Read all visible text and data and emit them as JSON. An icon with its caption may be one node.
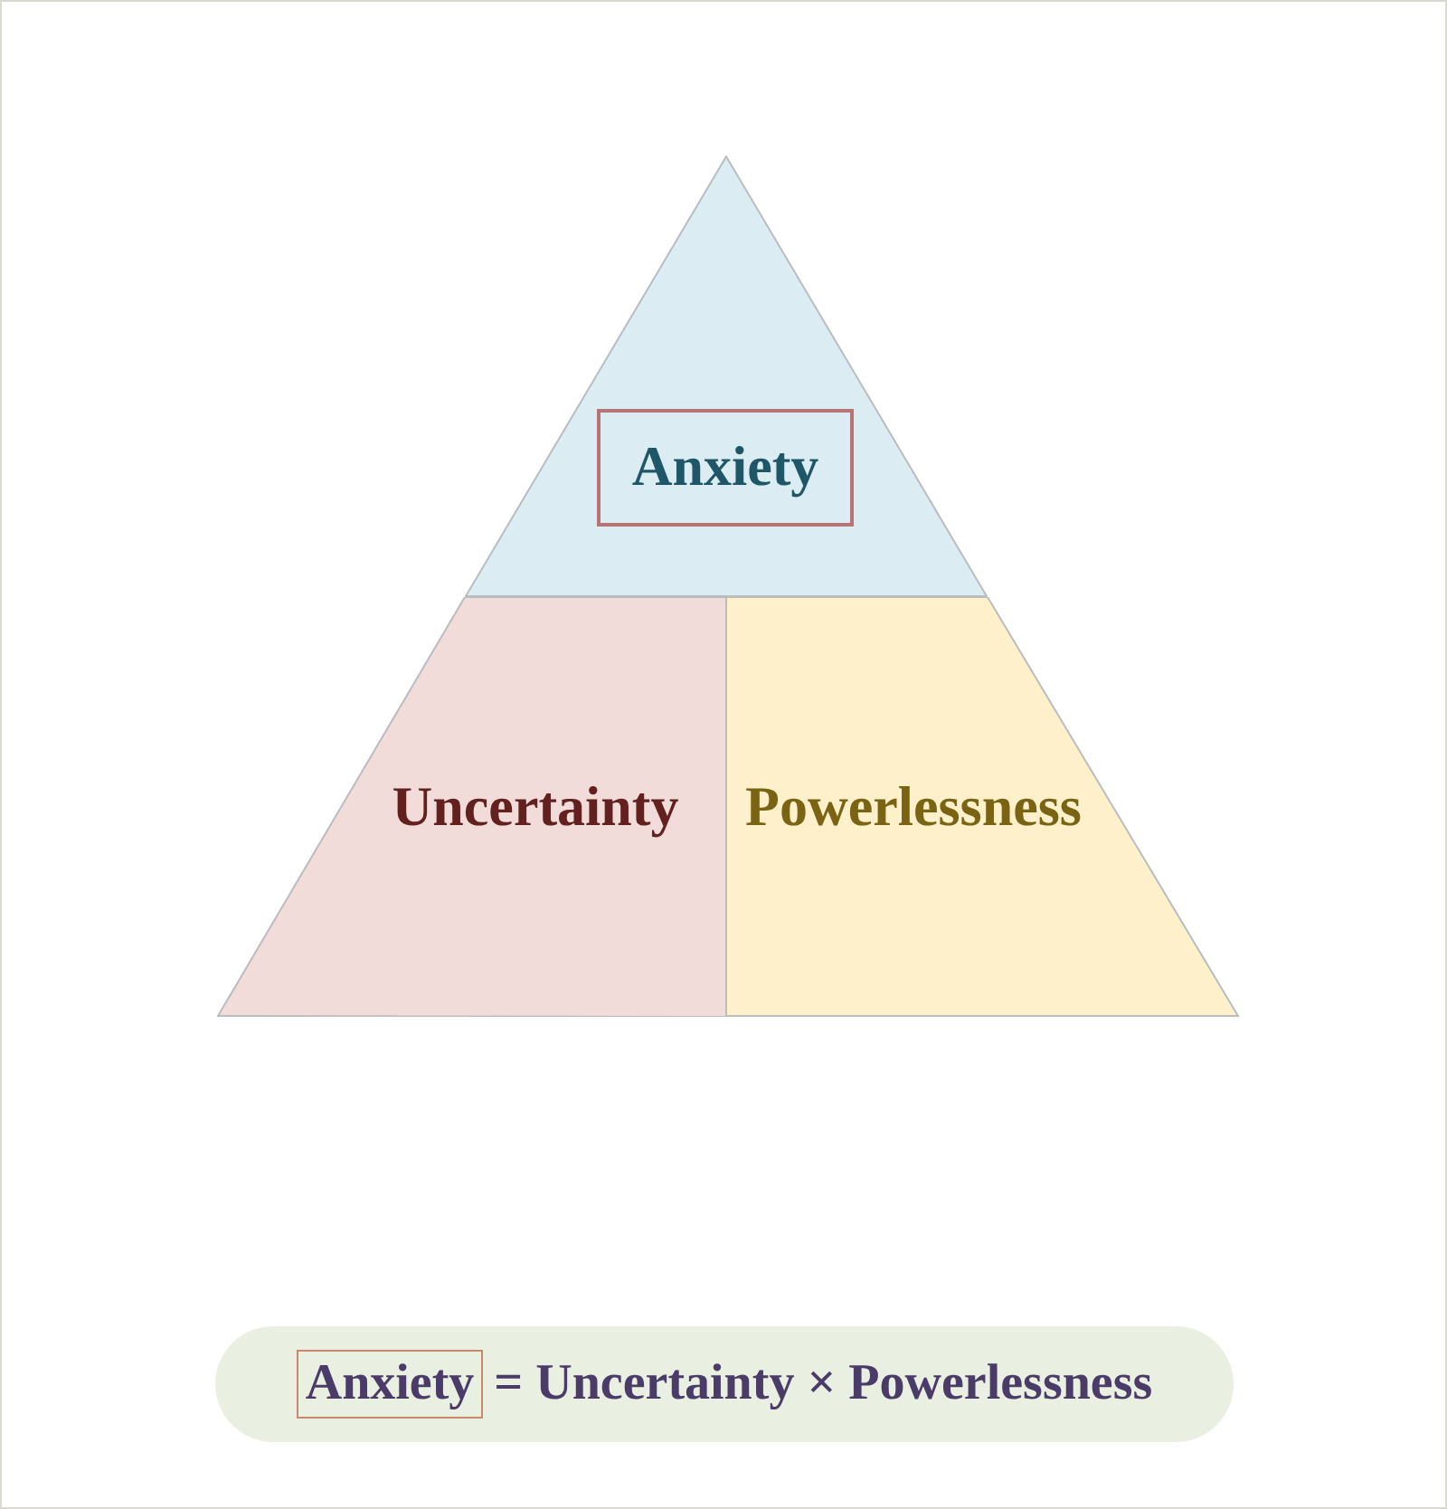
{
  "diagram": {
    "nodes": [
      {
        "text": [],
        "shape": "triangle"
      },
      {
        "text": [
          "Anxiety"
        ],
        "in": 0
      },
      {
        "text": [
          "Uncertainty"
        ]
      },
      {
        "text": [
          "Powerlessness"
        ]
      },
      {
        "text": [
          "= Uncertainty × Powerlessness"
        ]
      },
      {
        "text": [
          "Anxiety"
        ],
        "in": 4
      }
    ]
  }
}
